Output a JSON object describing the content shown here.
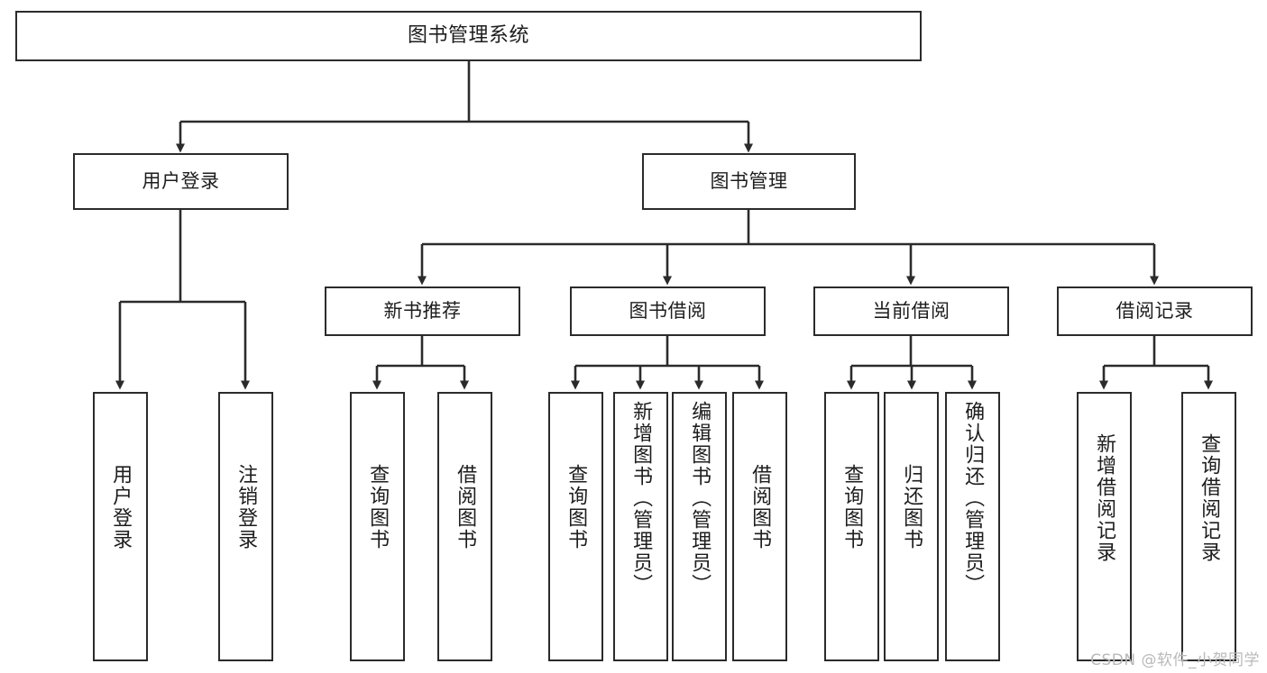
{
  "diagram": {
    "type": "tree",
    "title": "图书管理系统",
    "watermark": "CSDN @软件_小贺同学",
    "colors": {
      "box_border": "#2b2b2b",
      "box_fill": "#ffffff",
      "connector": "#2b2b2b",
      "text": "#1d1d1d",
      "watermark": "#b9b9b9"
    },
    "nodes": {
      "root": {
        "label": "图书管理系统"
      },
      "level2": [
        {
          "label": "用户登录"
        },
        {
          "label": "图书管理"
        }
      ],
      "level3": [
        {
          "label": "新书推荐"
        },
        {
          "label": "图书借阅"
        },
        {
          "label": "当前借阅"
        },
        {
          "label": "借阅记录"
        }
      ],
      "leaves": {
        "user_login": [
          {
            "label": "用户登录"
          },
          {
            "label": "注销登录"
          }
        ],
        "new_book_recommend": [
          {
            "label": "查询图书"
          },
          {
            "label": "借阅图书"
          }
        ],
        "book_borrow": [
          {
            "label": "查询图书"
          },
          {
            "label": "新增图书（管理员）"
          },
          {
            "label": "编辑图书（管理员）"
          },
          {
            "label": "借阅图书"
          }
        ],
        "current_borrow": [
          {
            "label": "查询图书"
          },
          {
            "label": "归还图书"
          },
          {
            "label": "确认归还（管理员）"
          }
        ],
        "borrow_records": [
          {
            "label": "新增借阅记录"
          },
          {
            "label": "查询借阅记录"
          }
        ]
      }
    }
  }
}
